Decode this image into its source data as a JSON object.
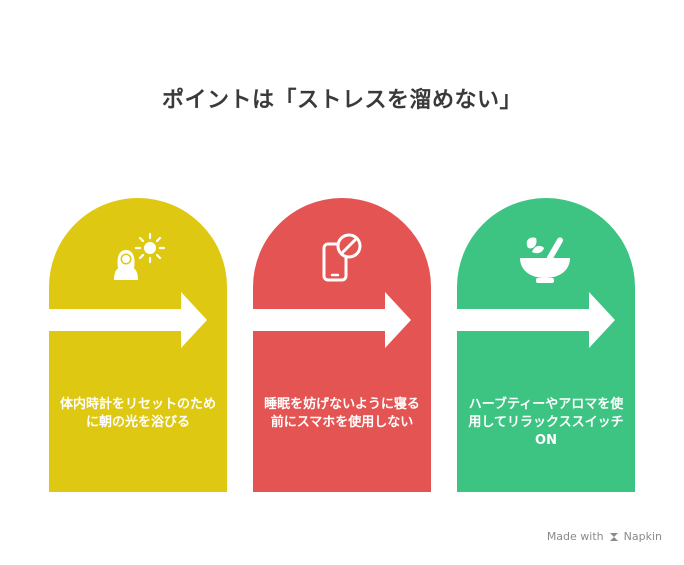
{
  "title": "ポイントは「ストレスを溜めない」",
  "steps": [
    {
      "color": "#dfc812",
      "icon": "person-sun-icon",
      "text": "体内時計をリセットのために朝の光を浴びる"
    },
    {
      "color": "#e35452",
      "icon": "phone-prohibited-icon",
      "text": "睡眠を妨げないように寝る前にスマホを使用しない"
    },
    {
      "color": "#3ec482",
      "icon": "herbal-mortar-icon",
      "text": "ハーブティーやアロマを使用してリラックススイッチON"
    }
  ],
  "footer": {
    "made_with": "Made with",
    "brand": "Napkin"
  }
}
